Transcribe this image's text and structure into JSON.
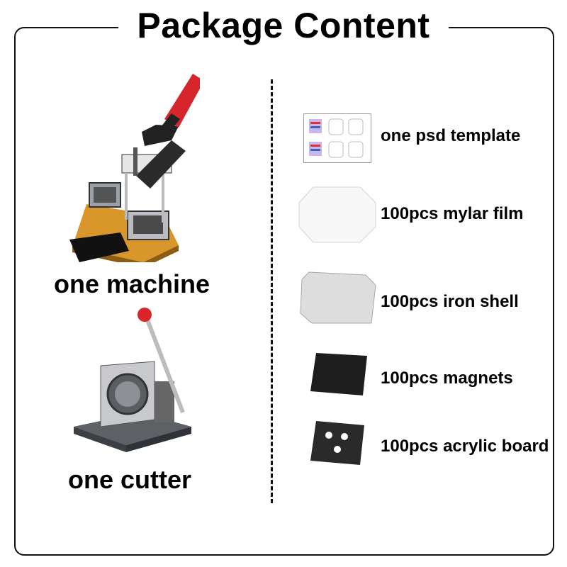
{
  "title": "Package Content",
  "left_items": [
    {
      "label": "one machine",
      "icon": "button-press-machine-icon"
    },
    {
      "label": "one cutter",
      "icon": "paper-cutter-icon"
    }
  ],
  "right_items": [
    {
      "label": "one psd template",
      "icon": "psd-template-icon"
    },
    {
      "label": "100pcs mylar film",
      "icon": "mylar-film-icon"
    },
    {
      "label": "100pcs iron shell",
      "icon": "iron-shell-icon"
    },
    {
      "label": "100pcs magnets",
      "icon": "magnet-sheet-icon"
    },
    {
      "label": "100pcs acrylic board",
      "icon": "acrylic-board-icon"
    }
  ],
  "colors": {
    "handle_red": "#d7262b",
    "base_orange": "#d9962b",
    "frame": "#111111"
  }
}
